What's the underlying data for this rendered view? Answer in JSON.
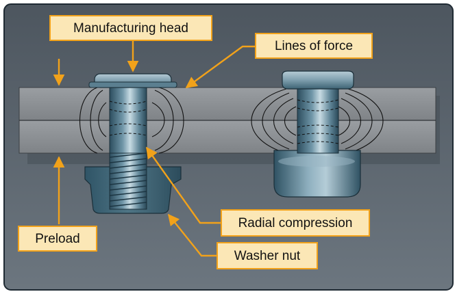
{
  "labels": {
    "manufacturing_head": "Manufacturing head",
    "lines_of_force": "Lines of force",
    "preload": "Preload",
    "radial_compression": "Radial compression",
    "washer_nut": "Washer nut"
  },
  "colors": {
    "panel": "#5c6670",
    "plate": "#8b8f93",
    "callout_fill": "#fbe7b6",
    "callout_border": "#f2a21a",
    "leader": "#f2a21a",
    "metal_dark": "#2f5466",
    "metal_light": "#b9cfd9"
  }
}
